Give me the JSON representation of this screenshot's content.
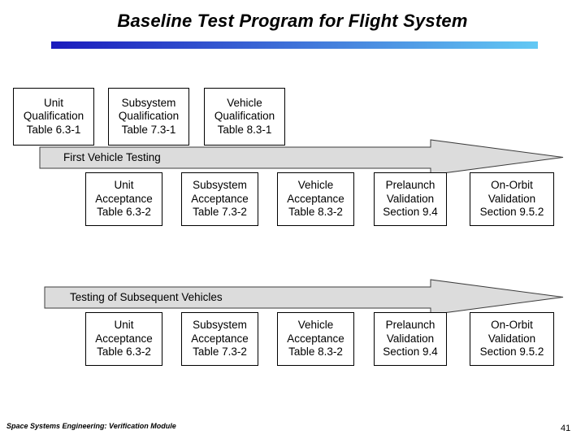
{
  "slide": {
    "title": "Baseline Test Program for Flight System",
    "accent_start_color": "#1b1bbd",
    "accent_end_color": "#63c9f4"
  },
  "diagram": {
    "rows": [
      {
        "name": "qualification-row",
        "boxes": [
          {
            "lines": [
              "Unit",
              "Qualification",
              "Table 6.3-1"
            ]
          },
          {
            "lines": [
              "Subsystem",
              "Qualification",
              "Table 7.3-1"
            ]
          },
          {
            "lines": [
              "Vehicle",
              "Qualification",
              "Table 8.3-1"
            ]
          }
        ]
      },
      {
        "name": "first-vehicle-row",
        "band_label": "First Vehicle Testing",
        "boxes": [
          {
            "lines": [
              "Unit",
              "Acceptance",
              "Table 6.3-2"
            ]
          },
          {
            "lines": [
              "Subsystem",
              "Acceptance",
              "Table 7.3-2"
            ]
          },
          {
            "lines": [
              "Vehicle",
              "Acceptance",
              "Table 8.3-2"
            ]
          },
          {
            "lines": [
              "Prelaunch",
              "Validation",
              "Section 9.4"
            ]
          },
          {
            "lines": [
              "On-Orbit",
              "Validation",
              "Section 9.5.2"
            ]
          }
        ]
      },
      {
        "name": "subsequent-vehicles-row",
        "band_label": "Testing of Subsequent Vehicles",
        "boxes": [
          {
            "lines": [
              "Unit",
              "Acceptance",
              "Table 6.3-2"
            ]
          },
          {
            "lines": [
              "Subsystem",
              "Acceptance",
              "Table 7.3-2"
            ]
          },
          {
            "lines": [
              "Vehicle",
              "Acceptance",
              "Table 8.3-2"
            ]
          },
          {
            "lines": [
              "Prelaunch",
              "Validation",
              "Section 9.4"
            ]
          },
          {
            "lines": [
              "On-Orbit",
              "Validation",
              "Section 9.5.2"
            ]
          }
        ]
      }
    ],
    "arrow_fill_color": "#dcdcdc",
    "arrow_stroke_color": "#3c3c3c"
  },
  "footer": {
    "credit": "Space Systems Engineering: Verification Module",
    "page_number": "41"
  }
}
